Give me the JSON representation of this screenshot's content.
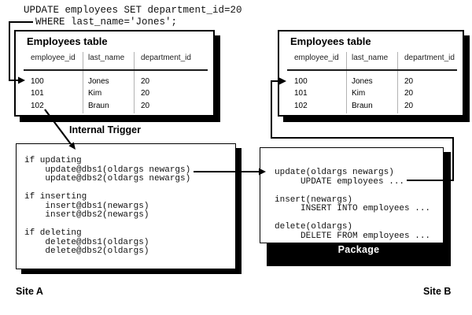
{
  "sql_statement": {
    "line1": "UPDATE employees SET department_id=20",
    "line2": "  WHERE last_name='Jones';"
  },
  "site_a": {
    "label": "Site A",
    "table": {
      "title": "Employees table",
      "columns": [
        "employee_id",
        "last_name",
        "department_id"
      ],
      "rows": [
        [
          "100",
          "Jones",
          "20"
        ],
        [
          "101",
          "Kim",
          "20"
        ],
        [
          "102",
          "Braun",
          "20"
        ]
      ]
    },
    "trigger": {
      "title": "Internal Trigger",
      "code": "if updating\n    update@dbs1(oldargs newargs)\n    update@dbs2(oldargs newargs)\n\nif inserting\n    insert@dbs1(newargs)\n    insert@dbs2(newargs)\n\nif deleting\n    delete@dbs1(oldargs)\n    delete@dbs2(oldargs)"
    }
  },
  "site_b": {
    "label": "Site B",
    "table": {
      "title": "Employees table",
      "columns": [
        "employee_id",
        "last_name",
        "department_id"
      ],
      "rows": [
        [
          "100",
          "Jones",
          "20"
        ],
        [
          "101",
          "Kim",
          "20"
        ],
        [
          "102",
          "Braun",
          "20"
        ]
      ]
    },
    "package": {
      "label": "Package",
      "code": "update(oldargs newargs)\n     UPDATE employees ...\n\ninsert(newargs)\n     INSERT INTO employees ...\n\ndelete(oldargs)\n     DELETE FROM employees ..."
    }
  },
  "colors": {
    "ink": "#000000",
    "shadow": "#000000",
    "column_separator": "#b3b3b3",
    "package_bar": "#000000",
    "package_label_text": "#ffffff"
  },
  "connectors": [
    "sql-where-clause to site-a row 100",
    "site-a row 102 to internal trigger",
    "trigger update@dbs1 to package update procedure",
    "package UPDATE statement to site-b row 100"
  ]
}
